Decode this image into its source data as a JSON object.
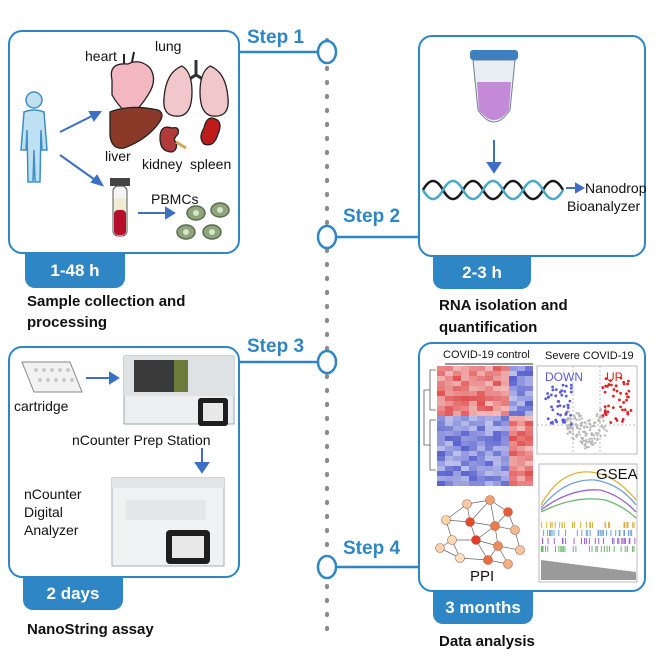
{
  "steps": [
    {
      "label": "Step 1"
    },
    {
      "label": "Step 2"
    },
    {
      "label": "Step 3"
    },
    {
      "label": "Step 4"
    }
  ],
  "panel1": {
    "duration": "1-48 h",
    "caption_line1": "Sample collection and",
    "caption_line2": "processing",
    "organs": {
      "heart": "heart",
      "lung": "lung",
      "liver": "liver",
      "kidney": "kidney",
      "spleen": "spleen"
    },
    "pbmcs": "PBMCs"
  },
  "panel2": {
    "duration": "2-3 h",
    "caption_line1": "RNA isolation and",
    "caption_line2": "quantification",
    "instrument_line1": "Nanodrop",
    "instrument_line2": "Bioanalyzer"
  },
  "panel3": {
    "duration": "2 days",
    "caption": "NanoString assay",
    "cartridge": "cartridge",
    "prep_station": "nCounter Prep Station",
    "analyzer_line1": "nCounter",
    "analyzer_line2": "Digital",
    "analyzer_line3": "Analyzer"
  },
  "panel4": {
    "duration": "3 months",
    "caption": "Data analysis",
    "heatmap_header": "COVID-19  control",
    "volcano_title": "Severe COVID-19",
    "down": "DOWN",
    "up": "UP",
    "gsea": "GSEA",
    "ppi": "PPI"
  },
  "colors": {
    "accent": "#2f86c4",
    "down": "#5a5adc",
    "up": "#e02020"
  }
}
